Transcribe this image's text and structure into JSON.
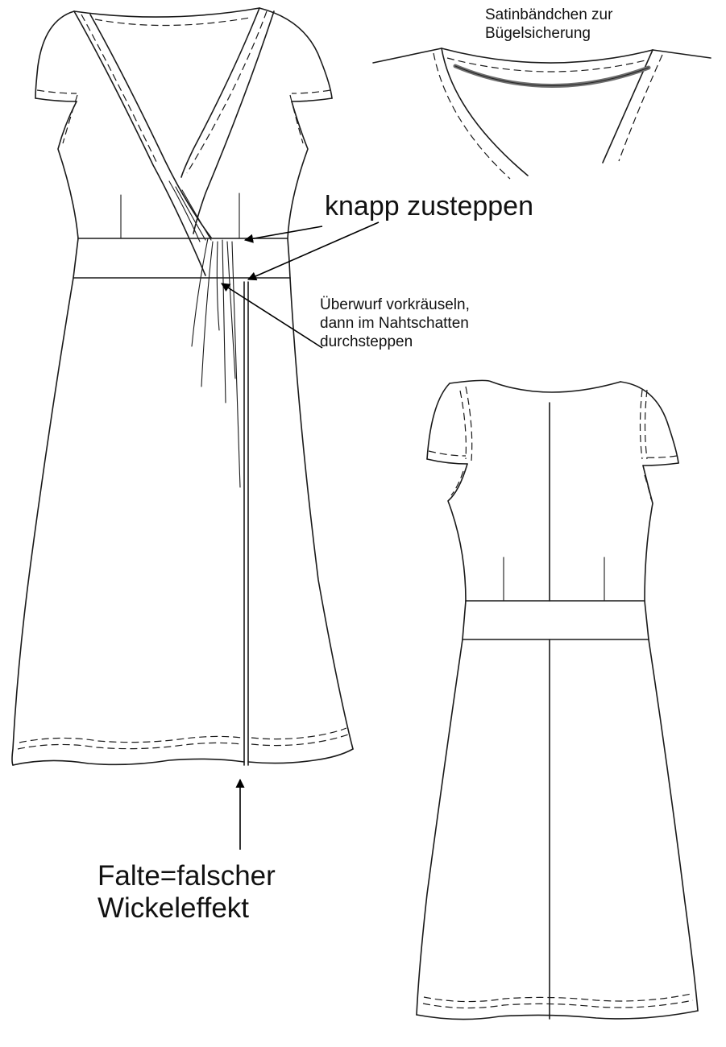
{
  "labels": {
    "satin": "Satinbändchen zur\nBügelsicherung",
    "knapp": "knapp zusteppen",
    "ueberwurf": "Überwurf vorkräuseln,\ndann im Nahtschatten\ndurchsteppen",
    "falte": "Falte=falscher\nWickeleffekt"
  },
  "colors": {
    "line": "#1a1a1a",
    "satin_ribbon": "#6e6e6e"
  },
  "icons": [
    "arrow-icon"
  ]
}
